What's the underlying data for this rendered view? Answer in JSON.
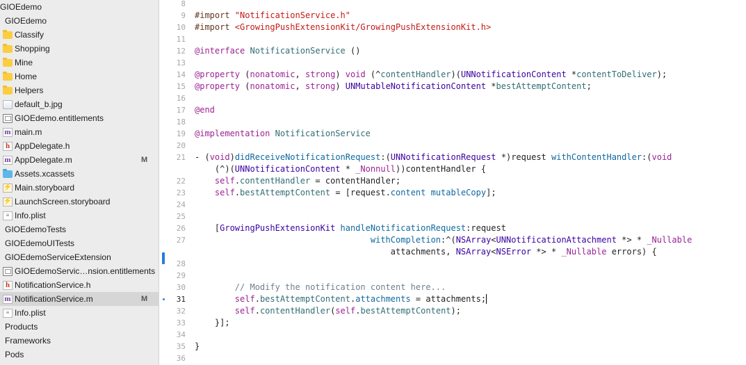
{
  "sidebar": {
    "items": [
      {
        "label": "GIOEdemo",
        "icon": "project-icon",
        "kind": "group"
      },
      {
        "label": "GIOEdemo",
        "icon": "group-icon",
        "kind": "group"
      },
      {
        "label": "Classify",
        "icon": "folder-icon",
        "kind": "folder"
      },
      {
        "label": "Shopping",
        "icon": "folder-icon",
        "kind": "folder"
      },
      {
        "label": "Mine",
        "icon": "folder-icon",
        "kind": "folder"
      },
      {
        "label": "Home",
        "icon": "folder-icon",
        "kind": "folder"
      },
      {
        "label": "Helpers",
        "icon": "folder-icon",
        "kind": "folder"
      },
      {
        "label": "default_b.jpg",
        "icon": "image-file-icon",
        "kind": "img"
      },
      {
        "label": "GIOEdemo.entitlements",
        "icon": "entitlements-file-icon",
        "kind": "ent"
      },
      {
        "label": "main.m",
        "icon": "m-file-icon",
        "kind": "m"
      },
      {
        "label": "AppDelegate.h",
        "icon": "h-file-icon",
        "kind": "h"
      },
      {
        "label": "AppDelegate.m",
        "icon": "m-file-icon",
        "kind": "m",
        "badge": "M"
      },
      {
        "label": "Assets.xcassets",
        "icon": "asset-catalog-icon",
        "kind": "asset"
      },
      {
        "label": "Main.storyboard",
        "icon": "storyboard-file-icon",
        "kind": "sb"
      },
      {
        "label": "LaunchScreen.storyboard",
        "icon": "storyboard-file-icon",
        "kind": "sb"
      },
      {
        "label": "Info.plist",
        "icon": "plist-file-icon",
        "kind": "plist"
      },
      {
        "label": "GIOEdemoTests",
        "icon": "group-icon",
        "kind": "group"
      },
      {
        "label": "GIOEdemoUITests",
        "icon": "group-icon",
        "kind": "group"
      },
      {
        "label": "GIOEdemoServiceExtension",
        "icon": "group-icon",
        "kind": "group"
      },
      {
        "label": "GIOEdemoServic…nsion.entitlements",
        "icon": "entitlements-file-icon",
        "kind": "ent"
      },
      {
        "label": "NotificationService.h",
        "icon": "h-file-icon",
        "kind": "h"
      },
      {
        "label": "NotificationService.m",
        "icon": "m-file-icon",
        "kind": "m",
        "badge": "M",
        "selected": true
      },
      {
        "label": "Info.plist",
        "icon": "plist-file-icon",
        "kind": "plist"
      },
      {
        "label": "Products",
        "icon": "group-icon",
        "kind": "group"
      },
      {
        "label": "Frameworks",
        "icon": "group-icon",
        "kind": "group"
      },
      {
        "label": "Pods",
        "icon": "group-icon",
        "kind": "group"
      }
    ]
  },
  "editor": {
    "current_line": "31",
    "change_marker_line": "28",
    "lines": [
      {
        "n": "8",
        "tokens": []
      },
      {
        "n": "9",
        "tokens": [
          [
            "dir",
            "#import "
          ],
          [
            "str",
            "\"NotificationService.h\""
          ]
        ]
      },
      {
        "n": "10",
        "tokens": [
          [
            "dir",
            "#import "
          ],
          [
            "str",
            "<GrowingPushExtensionKit/GrowingPushExtensionKit.h>"
          ]
        ]
      },
      {
        "n": "11",
        "tokens": []
      },
      {
        "n": "12",
        "tokens": [
          [
            "kw",
            "@interface "
          ],
          [
            "proj",
            "NotificationService"
          ],
          [
            "plain",
            " ()"
          ]
        ]
      },
      {
        "n": "13",
        "tokens": []
      },
      {
        "n": "14",
        "tokens": [
          [
            "kw",
            "@property"
          ],
          [
            "plain",
            " ("
          ],
          [
            "kw",
            "nonatomic"
          ],
          [
            "plain",
            ", "
          ],
          [
            "kw",
            "strong"
          ],
          [
            "plain",
            ") "
          ],
          [
            "kw",
            "void"
          ],
          [
            "plain",
            " (^"
          ],
          [
            "proj",
            "contentHandler"
          ],
          [
            "plain",
            ")("
          ],
          [
            "cls",
            "UNNotificationContent"
          ],
          [
            "plain",
            " *"
          ],
          [
            "proj",
            "contentToDeliver"
          ],
          [
            "plain",
            ");"
          ]
        ]
      },
      {
        "n": "15",
        "tokens": [
          [
            "kw",
            "@property"
          ],
          [
            "plain",
            " ("
          ],
          [
            "kw",
            "nonatomic"
          ],
          [
            "plain",
            ", "
          ],
          [
            "kw",
            "strong"
          ],
          [
            "plain",
            ") "
          ],
          [
            "cls",
            "UNMutableNotificationContent"
          ],
          [
            "plain",
            " *"
          ],
          [
            "proj",
            "bestAttemptContent"
          ],
          [
            "plain",
            ";"
          ]
        ]
      },
      {
        "n": "16",
        "tokens": []
      },
      {
        "n": "17",
        "tokens": [
          [
            "kw",
            "@end"
          ]
        ]
      },
      {
        "n": "18",
        "tokens": []
      },
      {
        "n": "19",
        "tokens": [
          [
            "kw",
            "@implementation "
          ],
          [
            "proj",
            "NotificationService"
          ]
        ]
      },
      {
        "n": "20",
        "tokens": []
      },
      {
        "n": "21",
        "tokens": [
          [
            "plain",
            "- ("
          ],
          [
            "kw",
            "void"
          ],
          [
            "plain",
            ")"
          ],
          [
            "pm",
            "didReceiveNotificationRequest"
          ],
          [
            "plain",
            ":("
          ],
          [
            "cls",
            "UNNotificationRequest"
          ],
          [
            "plain",
            " *)request "
          ],
          [
            "pm",
            "withContentHandler"
          ],
          [
            "plain",
            ":("
          ],
          [
            "kw",
            "void"
          ]
        ]
      },
      {
        "n": "",
        "tokens": [
          [
            "plain",
            "    (^)("
          ],
          [
            "cls",
            "UNNotificationContent"
          ],
          [
            "plain",
            " * "
          ],
          [
            "kw",
            "_Nonnull"
          ],
          [
            "plain",
            "))contentHandler {"
          ]
        ]
      },
      {
        "n": "22",
        "tokens": [
          [
            "plain",
            "    "
          ],
          [
            "kw",
            "self"
          ],
          [
            "plain",
            "."
          ],
          [
            "proj",
            "contentHandler"
          ],
          [
            "plain",
            " = contentHandler;"
          ]
        ]
      },
      {
        "n": "23",
        "tokens": [
          [
            "plain",
            "    "
          ],
          [
            "kw",
            "self"
          ],
          [
            "plain",
            "."
          ],
          [
            "proj",
            "bestAttemptContent"
          ],
          [
            "plain",
            " = [request."
          ],
          [
            "pm",
            "content"
          ],
          [
            "plain",
            " "
          ],
          [
            "pm",
            "mutableCopy"
          ],
          [
            "plain",
            "];"
          ]
        ]
      },
      {
        "n": "24",
        "tokens": []
      },
      {
        "n": "25",
        "tokens": []
      },
      {
        "n": "26",
        "tokens": [
          [
            "plain",
            "    ["
          ],
          [
            "cls",
            "GrowingPushExtensionKit"
          ],
          [
            "plain",
            " "
          ],
          [
            "pm",
            "handleNotificationRequest"
          ],
          [
            "plain",
            ":request"
          ]
        ]
      },
      {
        "n": "27",
        "tokens": [
          [
            "plain",
            "                                   "
          ],
          [
            "pm",
            "withCompletion"
          ],
          [
            "plain",
            ":^("
          ],
          [
            "cls",
            "NSArray"
          ],
          [
            "plain",
            "<"
          ],
          [
            "cls",
            "UNNotificationAttachment"
          ],
          [
            "plain",
            " *> * "
          ],
          [
            "kw",
            "_Nullable"
          ]
        ]
      },
      {
        "n": "",
        "tokens": [
          [
            "plain",
            "                                       attachments, "
          ],
          [
            "cls",
            "NSArray"
          ],
          [
            "plain",
            "<"
          ],
          [
            "cls",
            "NSError"
          ],
          [
            "plain",
            " *> * "
          ],
          [
            "kw",
            "_Nullable"
          ],
          [
            "plain",
            " errors) {"
          ]
        ]
      },
      {
        "n": "28",
        "tokens": []
      },
      {
        "n": "29",
        "tokens": []
      },
      {
        "n": "30",
        "tokens": [
          [
            "plain",
            "        "
          ],
          [
            "cmt",
            "// Modify the notification content here..."
          ]
        ]
      },
      {
        "n": "31",
        "tokens": [
          [
            "plain",
            "        "
          ],
          [
            "kw",
            "self"
          ],
          [
            "plain",
            "."
          ],
          [
            "proj",
            "bestAttemptContent"
          ],
          [
            "plain",
            "."
          ],
          [
            "pm",
            "attachments"
          ],
          [
            "plain",
            " = attachments;"
          ]
        ]
      },
      {
        "n": "32",
        "tokens": [
          [
            "plain",
            "        "
          ],
          [
            "kw",
            "self"
          ],
          [
            "plain",
            "."
          ],
          [
            "proj",
            "contentHandler"
          ],
          [
            "plain",
            "("
          ],
          [
            "kw",
            "self"
          ],
          [
            "plain",
            "."
          ],
          [
            "proj",
            "bestAttemptContent"
          ],
          [
            "plain",
            ");"
          ]
        ]
      },
      {
        "n": "33",
        "tokens": [
          [
            "plain",
            "    }];"
          ]
        ]
      },
      {
        "n": "34",
        "tokens": []
      },
      {
        "n": "35",
        "tokens": [
          [
            "plain",
            "}"
          ]
        ]
      },
      {
        "n": "36",
        "tokens": []
      }
    ]
  }
}
